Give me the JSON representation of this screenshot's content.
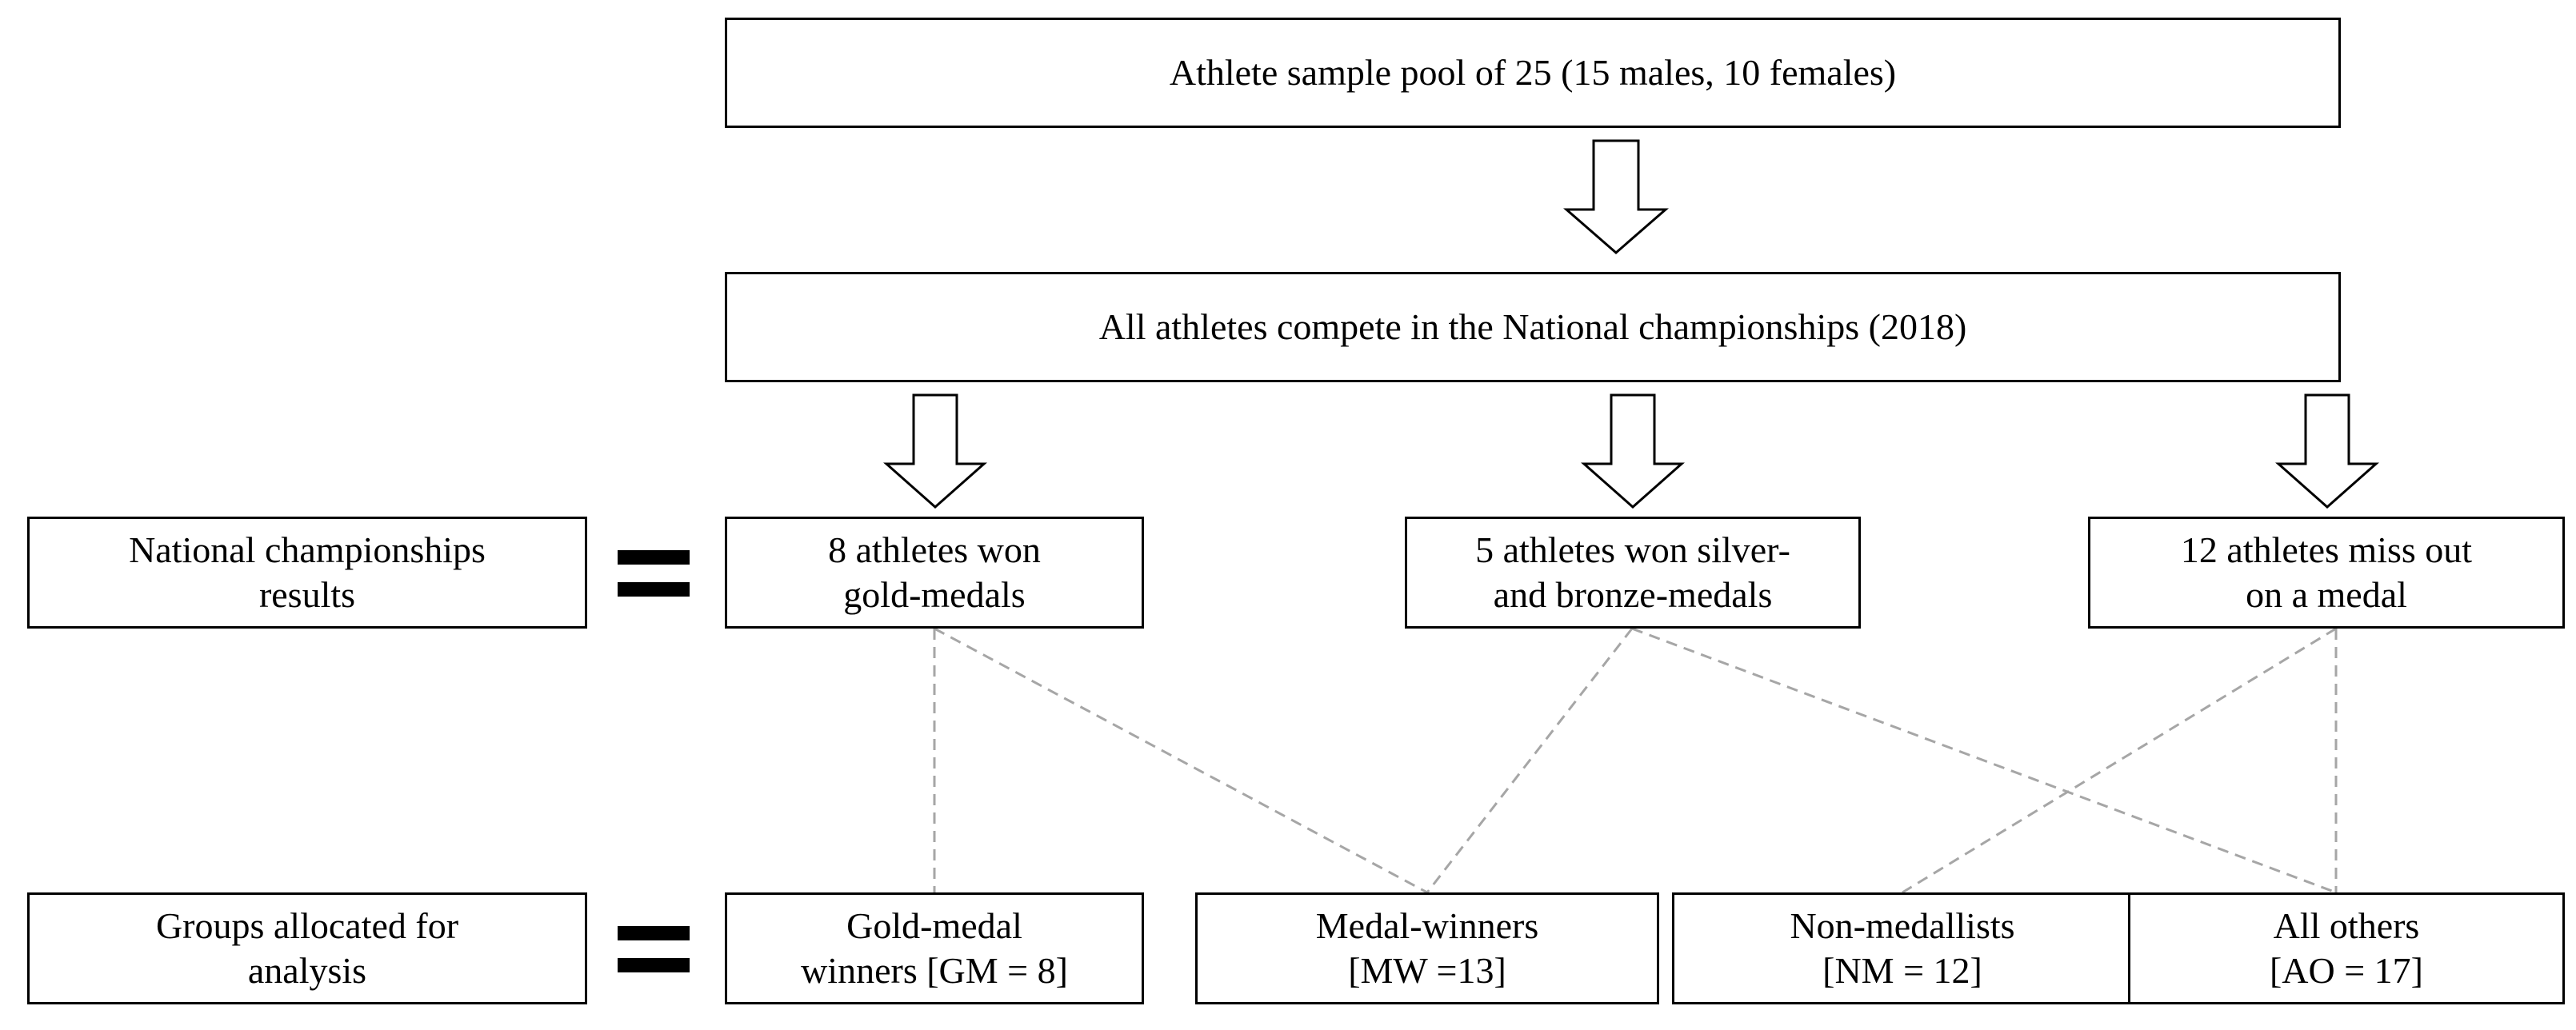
{
  "boxes": {
    "pool": "Athlete  sample pool of 25 (15 males,  10 females)",
    "compete": "All  athletes  compete in the National  championships (2018)",
    "results_label": "National  championships\nresults",
    "gold": "8 athletes  won\ngold-medals",
    "silver_bronze": "5 athletes  won silver-\nand bronze-medals",
    "no_medal": "12 athletes  miss out\non a medal",
    "groups_label": "Groups allocated  for\nanalysis",
    "gm": "Gold-medal\nwinners  [GM = 8]",
    "mw": "Medal-winners\n[MW =13]",
    "nm": "Non-medallists\n[NM = 12]",
    "ao": "All  others\n[AO = 17]"
  },
  "colors": {
    "box_border": "#000000",
    "arrow_outline": "#000000",
    "dashed_line": "#a6a6a6",
    "equals_sign": "#000000"
  }
}
